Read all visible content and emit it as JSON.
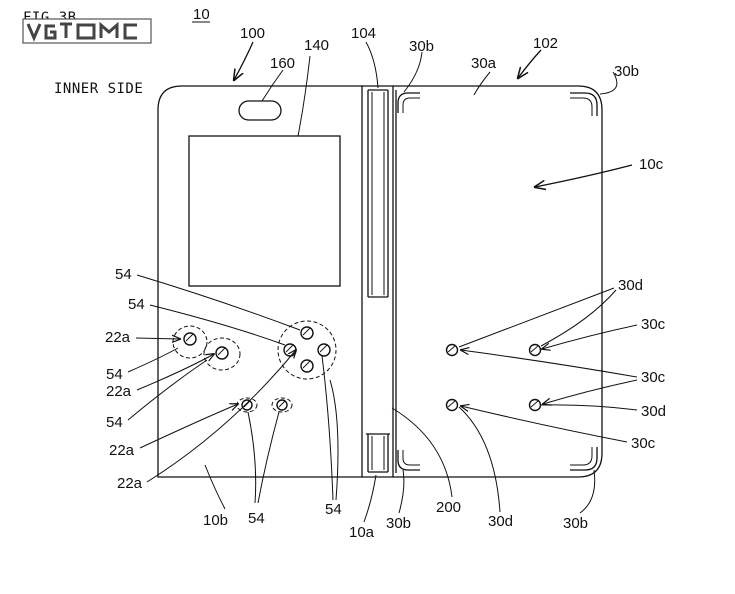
{
  "figure": {
    "caption": "FIG.3B",
    "side_label": "INNER SIDE",
    "watermark": "VGTime"
  },
  "labels": {
    "l10": "10",
    "l100": "100",
    "l104": "104",
    "l30b_top1": "30b",
    "l102": "102",
    "l30a": "30a",
    "l30b_top2": "30b",
    "l160": "160",
    "l140": "140",
    "l10c": "10c",
    "l54_a": "54",
    "l54_b": "54",
    "l22a_a": "22a",
    "l54_c": "54",
    "l22a_b": "22a",
    "l54_d": "54",
    "l22a_c": "22a",
    "l22a_d": "22a",
    "l30d_top": "30d",
    "l30c_a": "30c",
    "l30c_b": "30c",
    "l30d_mid": "30d",
    "l30c_c": "30c",
    "l10b": "10b",
    "l54_e": "54",
    "l54_f": "54",
    "l10a": "10a",
    "l30b_bot1": "30b",
    "l200": "200",
    "l30d_bot": "30d",
    "l30b_bot2": "30b"
  }
}
